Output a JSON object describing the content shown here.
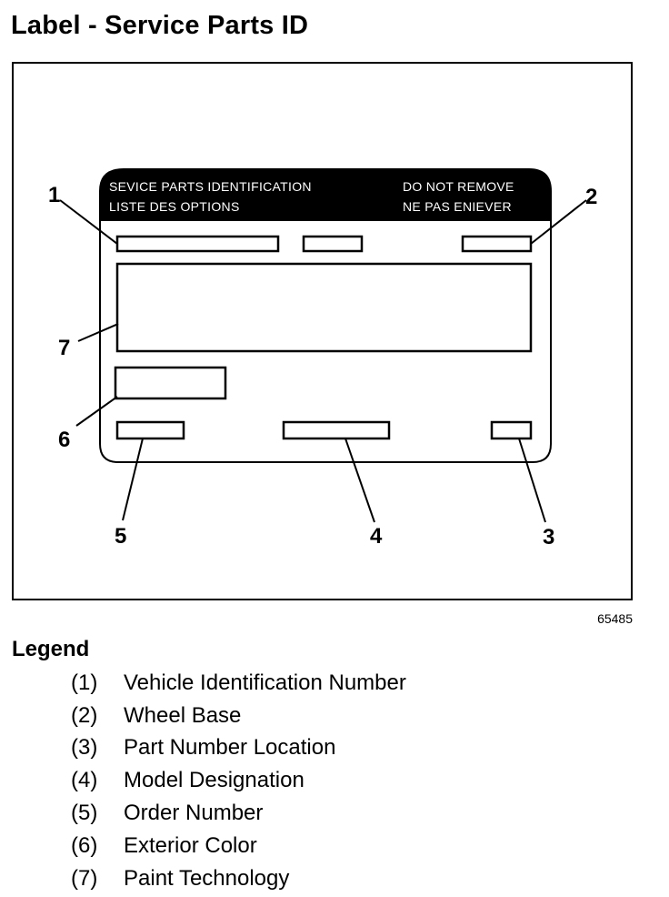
{
  "page": {
    "title": "Label - Service Parts ID"
  },
  "label": {
    "header_line1_left": "SEVICE PARTS IDENTIFICATION",
    "header_line2_left": "LISTE DES OPTIONS",
    "header_line1_right": "DO NOT REMOVE",
    "header_line2_right": "NE PAS ENIEVER"
  },
  "callouts": [
    "1",
    "2",
    "3",
    "4",
    "5",
    "6",
    "7"
  ],
  "figure_number": "65485",
  "legend": {
    "title": "Legend",
    "items": [
      {
        "num": "(1)",
        "text": "Vehicle Identification Number"
      },
      {
        "num": "(2)",
        "text": "Wheel Base"
      },
      {
        "num": "(3)",
        "text": "Part Number Location"
      },
      {
        "num": "(4)",
        "text": "Model Designation"
      },
      {
        "num": "(5)",
        "text": "Order Number"
      },
      {
        "num": "(6)",
        "text": "Exterior Color"
      },
      {
        "num": "(7)",
        "text": "Paint Technology"
      }
    ]
  }
}
